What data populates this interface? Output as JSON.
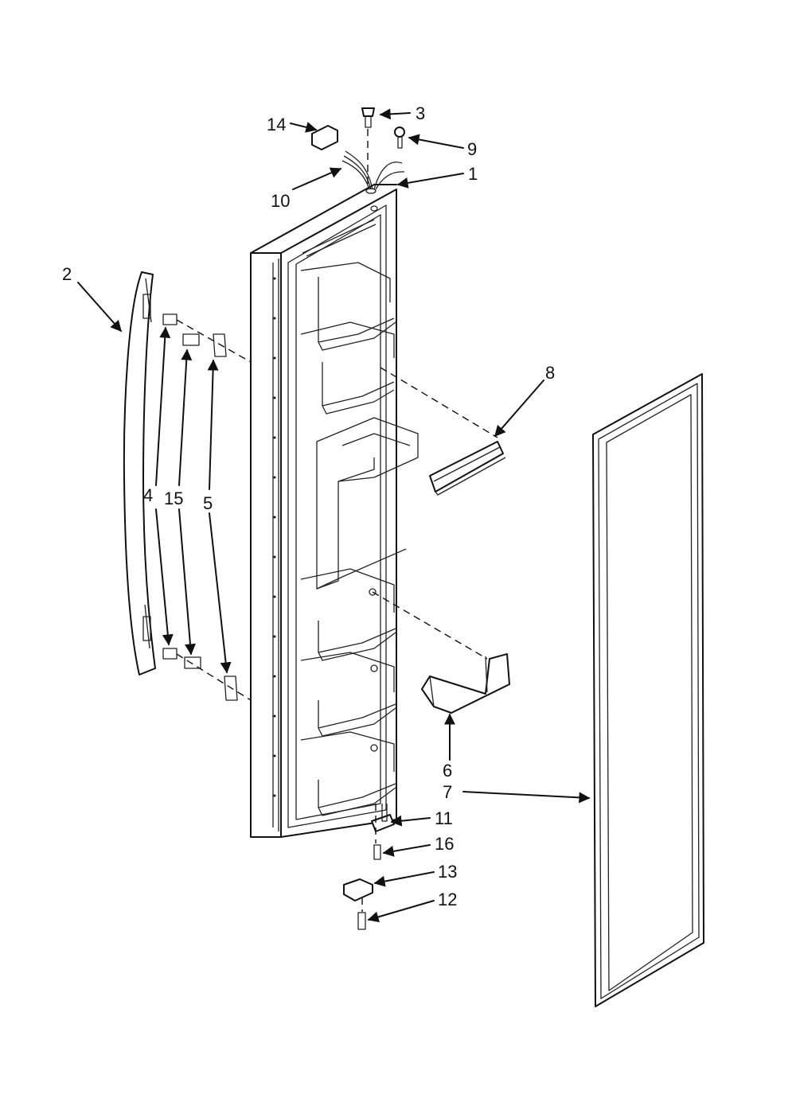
{
  "callouts": {
    "c1": "1",
    "c2": "2",
    "c3": "3",
    "c4": "4",
    "c5": "5",
    "c6": "6",
    "c7": "7",
    "c8": "8",
    "c9": "9",
    "c10": "10",
    "c11": "11",
    "c12": "12",
    "c13": "13",
    "c14": "14",
    "c15": "15",
    "c16": "16"
  },
  "icons": {
    "arrowhead": "arrowhead-icon"
  }
}
